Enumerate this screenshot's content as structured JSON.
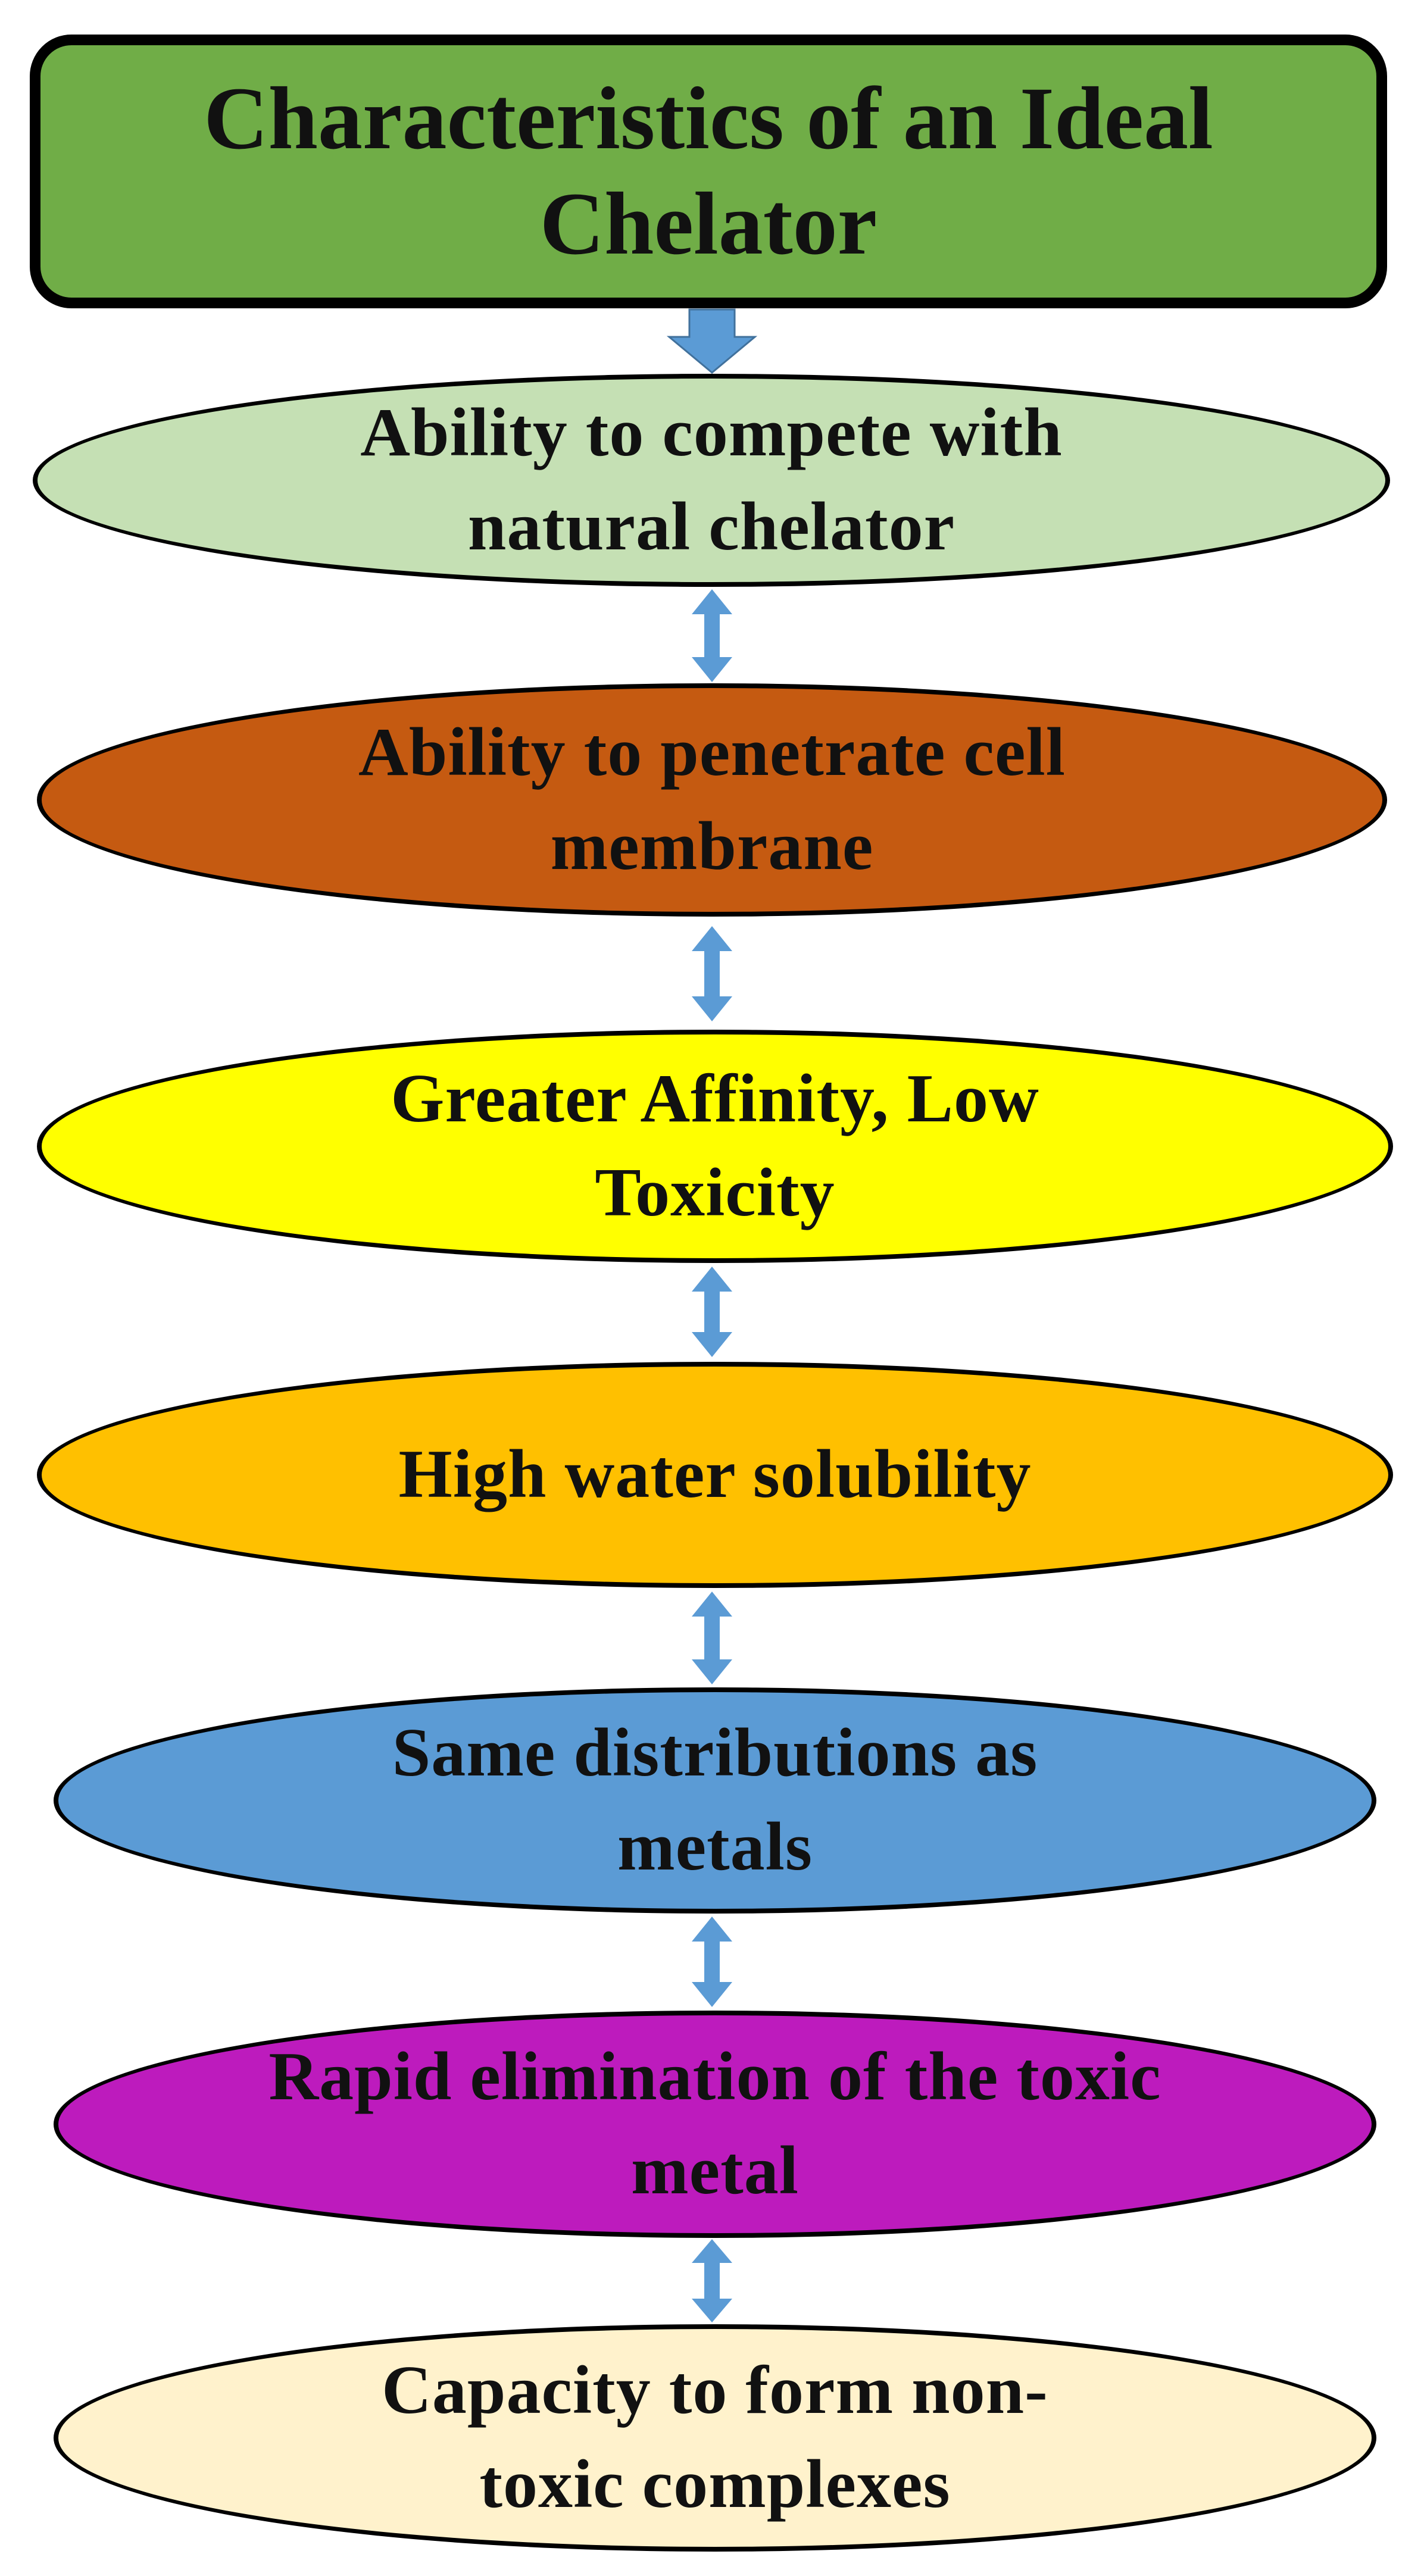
{
  "title": {
    "text": "Characteristics of an Ideal Chelator",
    "color": "#70ad47"
  },
  "nodes": [
    {
      "text": "Ability to compete with natural chelator",
      "color": "#c5e0b4"
    },
    {
      "text": "Ability to penetrate cell membrane",
      "color": "#c55a11"
    },
    {
      "text": "Greater Affinity, Low Toxicity",
      "color": "#ffff00"
    },
    {
      "text": "High water solubility",
      "color": "#ffc000"
    },
    {
      "text": "Same distributions as metals",
      "color": "#5b9bd5"
    },
    {
      "text": "Rapid elimination of the toxic metal",
      "color": "#bd1bbd"
    },
    {
      "text": "Capacity to form non-toxic complexes",
      "color": "#fff2cc"
    }
  ],
  "arrow_color": "#5b9bd5"
}
